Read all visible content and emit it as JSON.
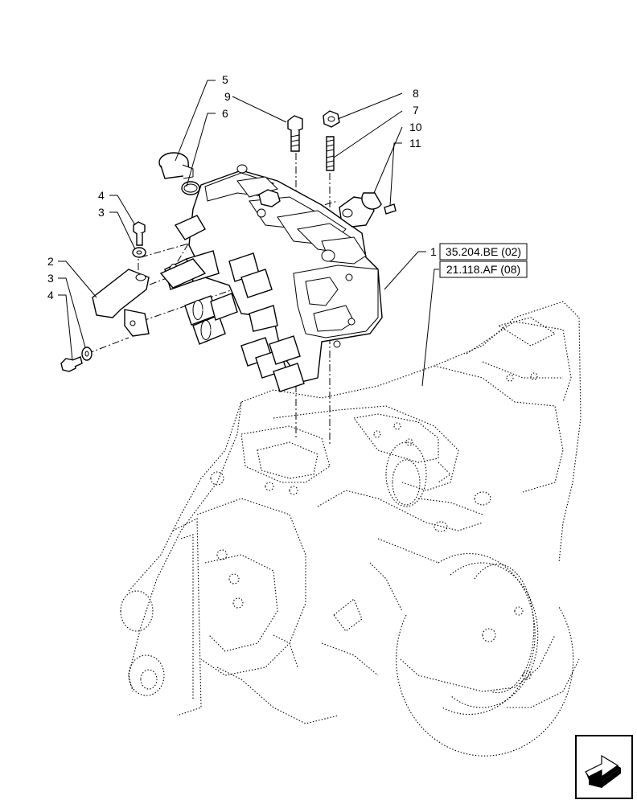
{
  "callouts": {
    "c1": "1",
    "c2": "2",
    "c3a": "3",
    "c3b": "3",
    "c4a": "4",
    "c4b": "4",
    "c5": "5",
    "c6": "6",
    "c7": "7",
    "c8": "8",
    "c9": "9",
    "c10": "10",
    "c11": "11"
  },
  "references": {
    "ref1": "35.204.BE (02)",
    "ref2": "21.118.AF (08)"
  },
  "icons": {
    "navigation": "next-page-arrow-icon"
  }
}
